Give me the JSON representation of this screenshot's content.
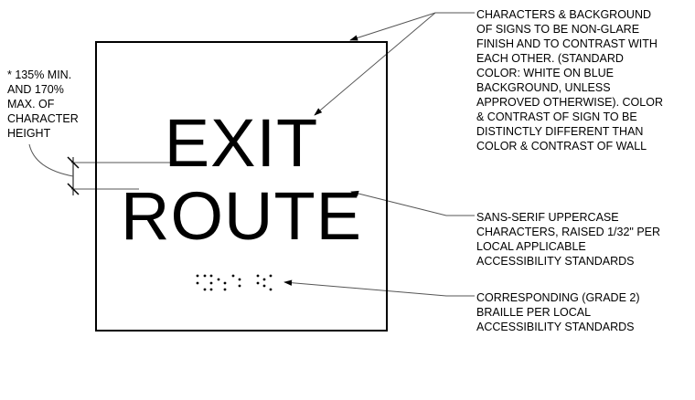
{
  "sign": {
    "line_1": "EXIT",
    "line_2": "ROUTE"
  },
  "notes": {
    "character_height": [
      "* 135% MIN.",
      "AND 170%",
      "MAX. OF",
      "CHARACTER",
      "HEIGHT"
    ],
    "finish_and_contrast": [
      "CHARACTERS & BACKGROUND",
      "OF SIGNS TO BE NON-GLARE",
      "FINISH AND TO CONTRAST WITH",
      "EACH OTHER. (STANDARD",
      "COLOR: WHITE ON BLUE",
      "BACKGROUND, UNLESS",
      "APPROVED OTHERWISE). COLOR",
      "& CONTRAST OF SIGN TO BE",
      "DISTINCTLY DIFFERENT THAN",
      "COLOR & CONTRAST OF WALL"
    ],
    "raised_characters": [
      "SANS-SERIF UPPERCASE",
      "CHARACTERS, RAISED 1/32\" PER",
      "LOCAL APPLICABLE",
      "ACCESSIBILITY STANDARDS"
    ],
    "braille": [
      "CORRESPONDING (GRADE 2)",
      "BRAILLE PER LOCAL",
      "ACCESSIBILITY STANDARDS"
    ]
  },
  "colors": {
    "line": "#000000",
    "leader": "#555555",
    "background": "#ffffff"
  }
}
